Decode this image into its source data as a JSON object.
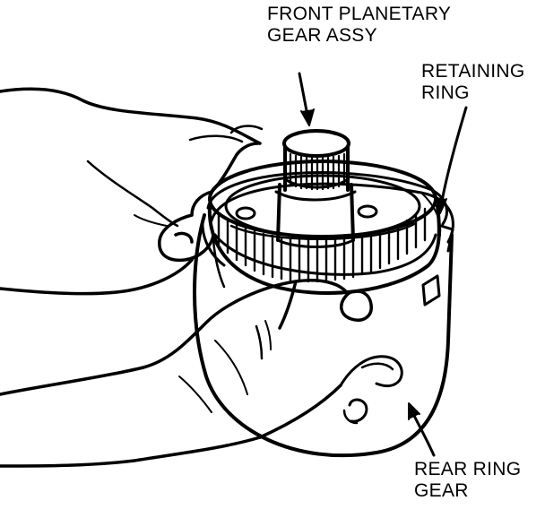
{
  "labels": {
    "front_planetary": {
      "line1": "FRONT PLANETARY",
      "line2": "GEAR ASSY"
    },
    "retaining_ring": {
      "line1": "RETAINING",
      "line2": "RING"
    },
    "rear_ring_gear": {
      "line1": "REAR RING",
      "line2": "GEAR"
    }
  },
  "colors": {
    "ink": "#000000",
    "paper": "#ffffff"
  }
}
